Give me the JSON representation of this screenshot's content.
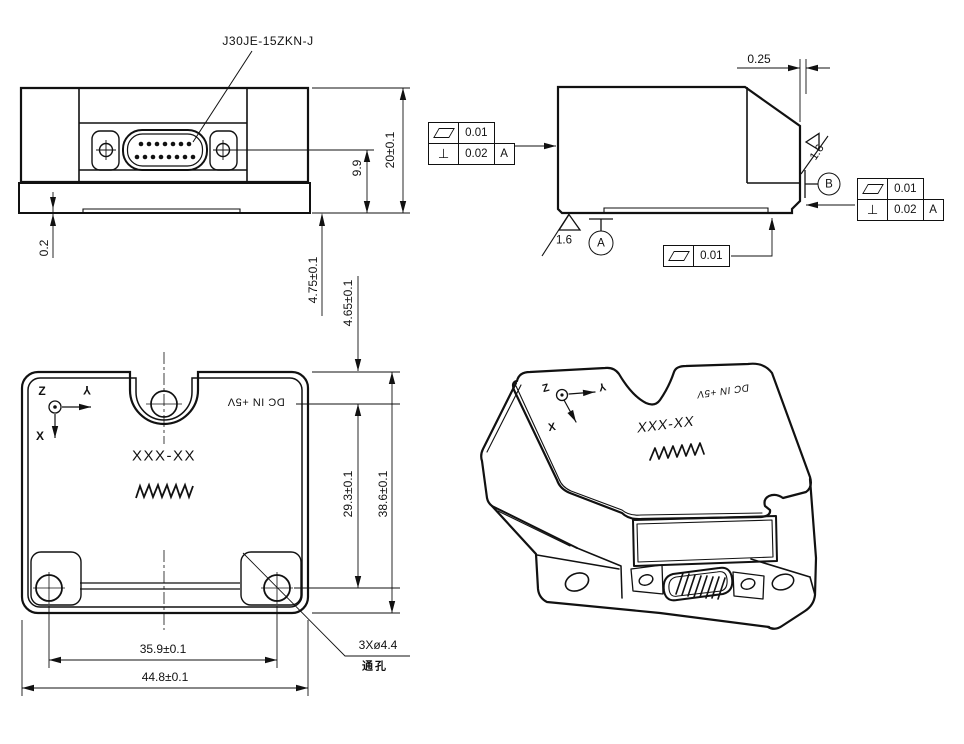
{
  "connector_callout": "J30JE-15ZKN-J",
  "front_view": {
    "overall_height": "20±0.1",
    "connector_axis_height": "9.9",
    "foot_step": "0.2",
    "base_offset": "4.75±0.1"
  },
  "side_view": {
    "chamfer_offset": "0.25",
    "roughness_right": "1.6",
    "roughness_bottom": "1.6",
    "datum_a": "A",
    "datum_b": "B",
    "fcf_left": {
      "flatness": "0.01",
      "perp": "0.02",
      "perp_datum": "A"
    },
    "fcf_right": {
      "flatness": "0.01",
      "perp": "0.02",
      "perp_datum": "A"
    },
    "fcf_bottom": {
      "flatness": "0.01"
    }
  },
  "plan_view": {
    "notch_hole_offset": "4.65±0.1",
    "hole_span_vertical": "29.3±0.1",
    "overall_depth": "38.6±0.1",
    "hole_pitch": "35.9±0.1",
    "overall_width": "44.8±0.1",
    "hole_callout": "3Xø4.4",
    "hole_callout_note": "通孔",
    "axes": {
      "x": "X",
      "y": "Y",
      "z": "Z"
    }
  },
  "iso_view": {
    "axes": {
      "x": "X",
      "y": "Y",
      "z": "Z"
    }
  },
  "markings": {
    "model": "XXX-XX",
    "power": "DC IN +5V"
  },
  "colors": {
    "line": "#111111",
    "background": "#ffffff"
  }
}
